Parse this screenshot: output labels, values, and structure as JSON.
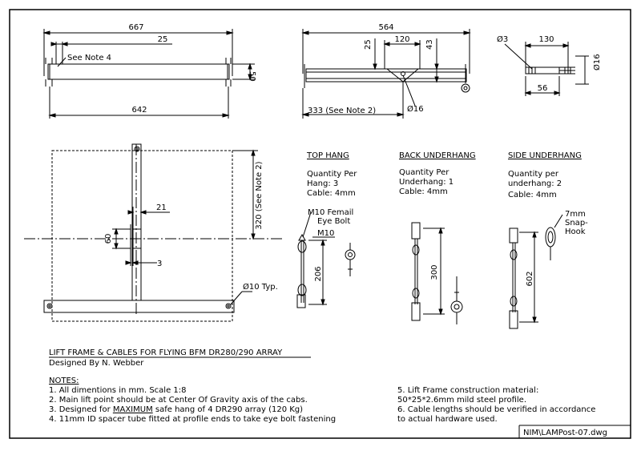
{
  "top_view": {
    "dim_overall": "667",
    "dim_offset": "25",
    "note_ref": "See Note 4",
    "dim_height": "50",
    "dim_lower": "642"
  },
  "side_view": {
    "dim_overall": "564",
    "dim_plate": "120",
    "dim_left": "25",
    "dim_right": "43",
    "dim_hole": "Ø16",
    "dim_note2": "333 (See Note 2)"
  },
  "bolt_view": {
    "dim_diameter": "Ø3",
    "dim_length": "130",
    "dim_shaft": "56",
    "dim_head": "Ø16"
  },
  "plan_view": {
    "dim_right": "320 (See Note 2)",
    "dim_width": "21",
    "dim_height": "60",
    "dim_gap": "3",
    "dim_holes": "Ø10 Typ."
  },
  "hangs": [
    {
      "title": "TOP HANG",
      "line1": "Quantity Per",
      "line2": "Hang: 3",
      "line3": "Cable: 4mm"
    },
    {
      "title": "BACK UNDERHANG",
      "line1": "Quantity Per",
      "line2": "Underhang: 1",
      "line3": "Cable: 4mm"
    },
    {
      "title": "SIDE UNDERHANG",
      "line1": "Quantity per",
      "line2": "underhang: 2",
      "line3": "Cable: 4mm"
    }
  ],
  "top_hang": {
    "callout_1": "M10 Femail",
    "callout_2": "Eye Bolt",
    "m10": "M10",
    "length": "206"
  },
  "back_underhang": {
    "length": "300"
  },
  "side_underhang": {
    "callout_1": "7mm",
    "callout_2": "Snap-",
    "callout_3": "Hook",
    "length": "602"
  },
  "title_block": {
    "title": "LIFT FRAME & CABLES FOR FLYING BFM DR280/290 ARRAY",
    "designer": "Designed By N. Webber"
  },
  "notes": {
    "heading": "NOTES:",
    "n1": "1. All dimentions in mm. Scale 1:8",
    "n2": "2. Main lift point should be at Center Of Gravity axis of the cabs.",
    "n3_pre": "3. Designed for ",
    "n3_em": "MAXIMUM",
    "n3_post": " safe hang of 4 DR290 array (120 Kg)",
    "n4": "4. 11mm ID spacer tube fitted at profile ends to take eye bolt fastening",
    "n5": "5. Lift Frame construction material:",
    "n5b": "50*25*2.6mm mild steel profile.",
    "n6": "6. Cable lengths should be verified in accordance",
    "n6b": "to actual hardware used."
  },
  "file_ref": "NIM\\LAMPost-07.dwg"
}
